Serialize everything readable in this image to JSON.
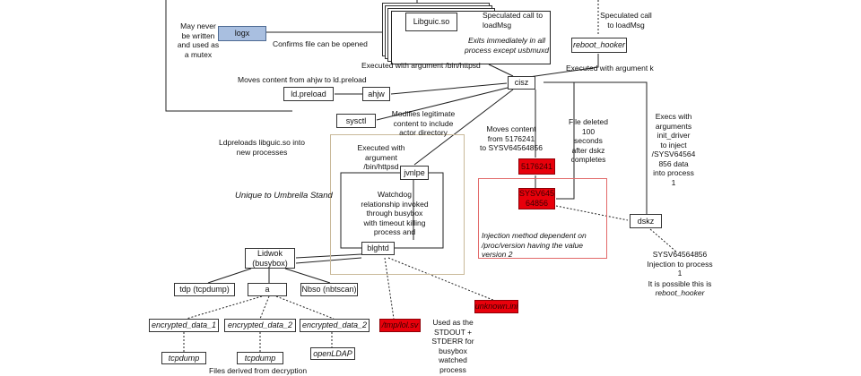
{
  "nodes": {
    "logx": "logx",
    "libguic": "Libguic.so",
    "reboot_hooker": "reboot_hooker",
    "cisz": "cisz",
    "ldpreload": "ld.preload",
    "ahjw": "ahjw",
    "sysctl": "sysctl",
    "jvnlpe": "jvnlpe",
    "blghtd": "blghtd",
    "s5176241": "5176241",
    "sysv": "SYSV645\n64856",
    "dskz": "dskz",
    "lidwok": "Lidwok\n(busybox)",
    "tdp": "tdp (tcpdump)",
    "a": "a",
    "nbso": "Nbso (nbtscan)",
    "enc1": "encrypted_data_1",
    "enc2a": "encrypted_data_2",
    "enc2b": "encrypted_data_2",
    "tcpdump1": "tcpdump",
    "tcpdump2": "tcpdump",
    "openldap": "openLDAP",
    "tmp_lol": "/tmp/lol.sv",
    "unknown_ini": "unknown.ini"
  },
  "labels": {
    "may_never": "May never\nbe written\nand used as\na mutex",
    "confirms": "Confirms file can be opened",
    "spec1": "Speculated call to\nloadMsg",
    "exits": "Exits immediately in all\nprocess except usbmuxd",
    "spec2": "Speculated call\nto loadMsg",
    "exec_httpsd": "Executed with argument /bin/httpsd",
    "exec_k": "Executed with argument k",
    "moves_ahjw": "Moves content from ahjw to ld.preload",
    "modifies": "Modifies legitimate\ncontent to include\nactor directory",
    "moves_5176": "Moves content\nfrom 5176241\nto SYSV64564856",
    "file_deleted": "File deleted\n100\nseconds\nafter dskz\ncompletes",
    "execs_args": "Execs with\narguments\ninit_driver\nto inject\n/SYSV64564\n856 data\ninto process\n1",
    "ldpreloads": "Ldpreloads libguic.so into\nnew processes",
    "exec_httpsd2": "Executed with\nargument\n/bin/httpsd",
    "watchdog": "Watchdog\nrelationship invoked\nthrough busybox\nwith timeout killing\nprocess and",
    "unique": "Unique to Umbrella Stand",
    "injection_method": "Injection method dependent on\n/proc/version having the value\nversion 2",
    "sysv_inject": "SYSV64564856\nInjection to process\n1",
    "possible": "It is possible this is",
    "possible_name": "reboot_hooker",
    "stdout": "Used as the\nSTDOUT +\nSTDERR for\nbusybox\nwatched\nprocess",
    "files_derived": "Files derived from decryption"
  },
  "colors": {
    "blue_fill": "#a9bfe0",
    "red_fill": "#e8000b",
    "frame_tan": "#c9b99a",
    "frame_red": "#e26a6a"
  }
}
